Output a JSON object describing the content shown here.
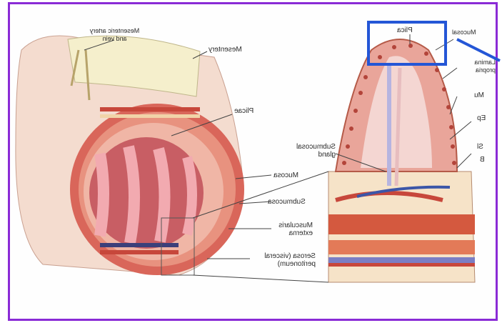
{
  "labels": {
    "mesenteric_artery_vein": "Mesenteric artery and vein",
    "mesentery": "Mesentery",
    "plicae_left": "Plicae",
    "mucosa": "Mucosa",
    "submucosa": "Submucosa",
    "muscularis_externa": "Muscularis externa",
    "serosa": "Serosa (visceral peritoneum)",
    "submucosal_gland": "Submucosal gland",
    "plica_top": "Plica",
    "mucosal_right": "Mucosal",
    "lamina_right": "Lamina propria",
    "right_frag_1": "Mu",
    "right_frag_2": "Ep",
    "right_frag_3": "Sl",
    "right_frag_4": "B"
  },
  "colors": {
    "frame": "#8a2bd6",
    "highlight": "#2456d6",
    "tissue_pink": "#e9a59a",
    "tissue_red": "#c7473b",
    "mesentery": "#f3ecc8"
  }
}
